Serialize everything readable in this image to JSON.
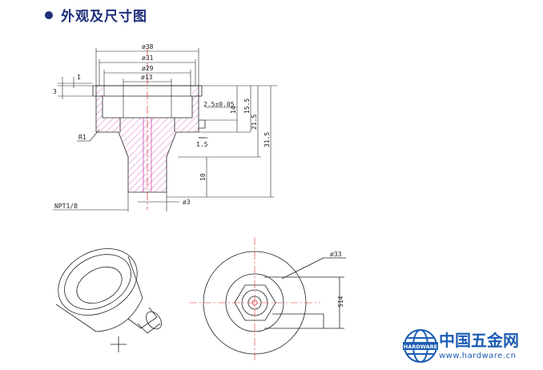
{
  "header": {
    "title": "外观及尺寸图"
  },
  "drawing": {
    "dims": {
      "d38": "ø38",
      "d31": "ø31",
      "d29": "ø29",
      "d13": "ø13",
      "h1": "1",
      "h3": "3",
      "w2_5": "2.5±0.05",
      "v14": "14",
      "v15_5": "15.5",
      "v21_5": "21.5",
      "v31_5": "31.5",
      "v10": "10",
      "v1_5": "1.5",
      "r1": "R1",
      "npt": "NPT1/8",
      "d3": "ø3",
      "d33": "ø33",
      "s14": "S14"
    }
  },
  "logo": {
    "name": "中国五金网",
    "url": "www.hardware.cn",
    "badge": "HARDWARE"
  },
  "colors": {
    "title": "#1f2f7a",
    "hatch": "#d04ab0",
    "center": "#e03030",
    "logo": "#1d5db3"
  }
}
